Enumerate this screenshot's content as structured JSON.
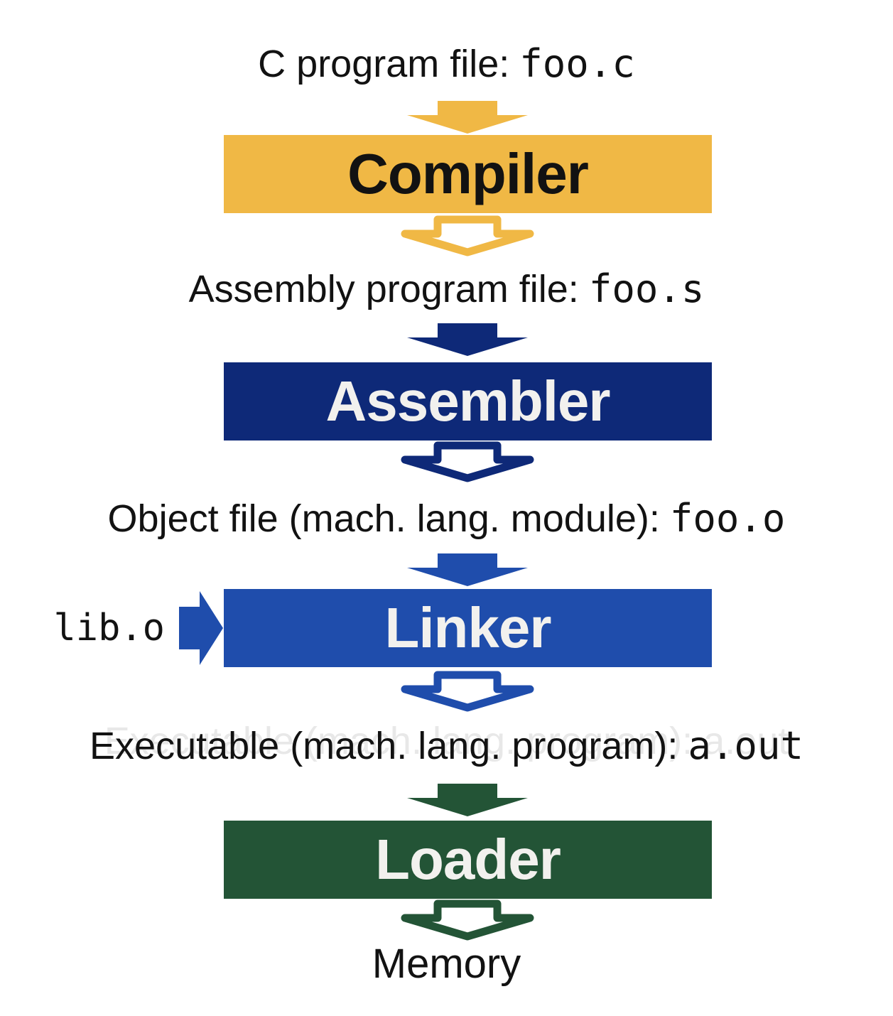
{
  "colors": {
    "gold": "#F0B845",
    "navy": "#0E2978",
    "blue": "#1F4DAC",
    "green": "#235436",
    "ink": "#121212",
    "box_label": "#F2F1EE",
    "ghost": "#E8E8E8"
  },
  "icons": {
    "down_arrow_filled": "block-arrow-down-filled",
    "down_arrow_hollow": "block-arrow-down-outline",
    "right_arrow_filled": "block-arrow-right-filled"
  },
  "diagram": {
    "stage_compiler": {
      "input_label": "C program file:",
      "input_file": "foo.c",
      "box_label": "Compiler"
    },
    "stage_assembler": {
      "input_label": "Assembly program file:",
      "input_file": "foo.s",
      "box_label": "Assembler"
    },
    "stage_linker": {
      "input_label": "Object file (mach. lang. module):",
      "input_file": "foo.o",
      "side_input_file": "lib.o",
      "box_label": "Linker"
    },
    "stage_loader": {
      "input_label": "Executable (mach. lang. program):",
      "input_file": "a.out",
      "input_ghost": "Executable (mach. lang. program): a.out",
      "box_label": "Loader"
    },
    "output_label": "Memory"
  }
}
